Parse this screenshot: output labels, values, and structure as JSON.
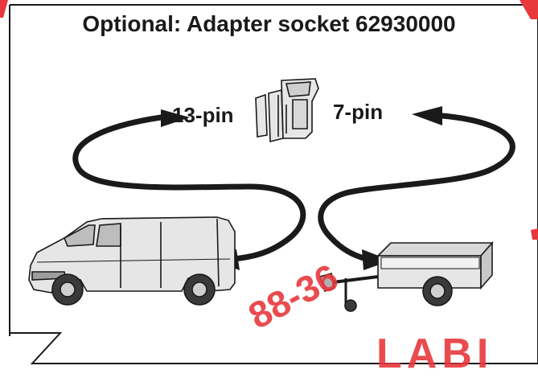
{
  "title": "Optional: Adapter socket 62930000",
  "labels": {
    "left": "13-pin",
    "right": "7-pin"
  },
  "watermark": {
    "text": "88-36",
    "corner_text": "LABI"
  },
  "colors": {
    "frame": "#1a1a1a",
    "vehicle_fill": "#e6e6e6",
    "watermark": "#e8383d"
  }
}
